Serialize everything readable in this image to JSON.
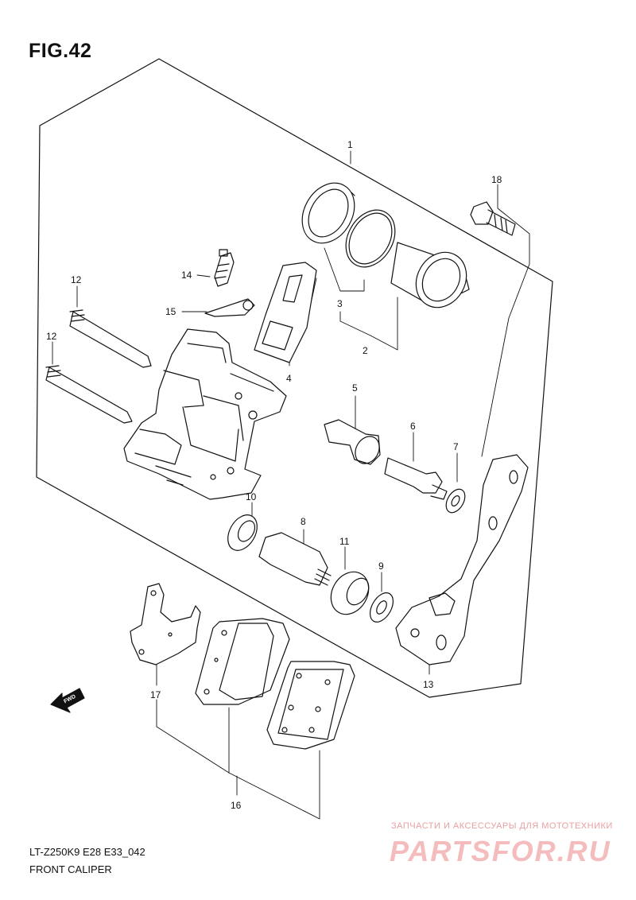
{
  "figure": {
    "title": "FIG.42",
    "model_code": "LT-Z250K9 E28 E33_042",
    "caption": "FRONT CALIPER"
  },
  "callouts": {
    "c1": "1",
    "c2": "2",
    "c3": "3",
    "c4": "4",
    "c5": "5",
    "c6": "6",
    "c7": "7",
    "c8": "8",
    "c9": "9",
    "c10": "10",
    "c11": "11",
    "c12a": "12",
    "c12b": "12",
    "c13": "13",
    "c14": "14",
    "c15": "15",
    "c16": "16",
    "c17": "17",
    "c18": "18"
  },
  "fwd_marker": "FWD",
  "watermark": {
    "tagline": "ЗАПЧАСТИ И АКСЕССУАРЫ ДЛЯ МОТОТЕХНИКИ",
    "brand": "PARTSFOR.RU"
  },
  "colors": {
    "line": "#111111",
    "watermark": "#f4bcbc"
  }
}
